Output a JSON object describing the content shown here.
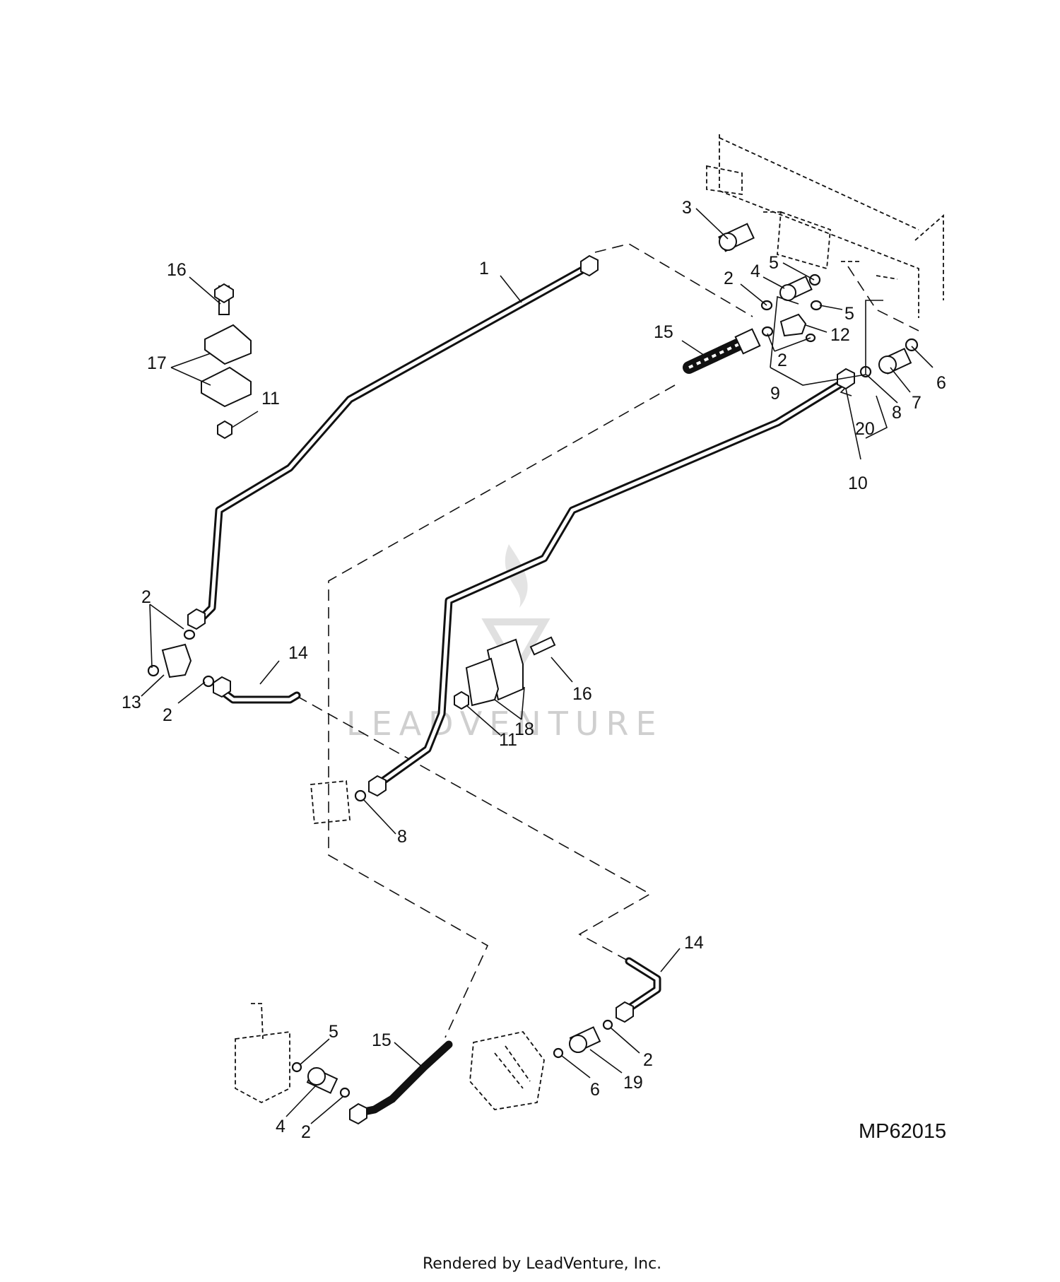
{
  "diagram": {
    "code": "MP62015",
    "footer": "Rendered by LeadVenture, Inc.",
    "watermark": "LEADVENTURE",
    "callouts": {
      "c1": "1",
      "c2a": "2",
      "c2b": "2",
      "c2c": "2",
      "c2d": "2",
      "c2e": "2",
      "c2f": "2",
      "c3": "3",
      "c4a": "4",
      "c4b": "4",
      "c5a": "5",
      "c5b": "5",
      "c5c": "5",
      "c6a": "6",
      "c6b": "6",
      "c7": "7",
      "c8a": "8",
      "c8b": "8",
      "c9": "9",
      "c10": "10",
      "c11a": "11",
      "c11b": "11",
      "c12": "12",
      "c13": "13",
      "c14a": "14",
      "c14b": "14",
      "c15a": "15",
      "c15b": "15",
      "c16a": "16",
      "c16b": "16",
      "c17": "17",
      "c18": "18",
      "c19": "19",
      "c20": "20"
    }
  }
}
